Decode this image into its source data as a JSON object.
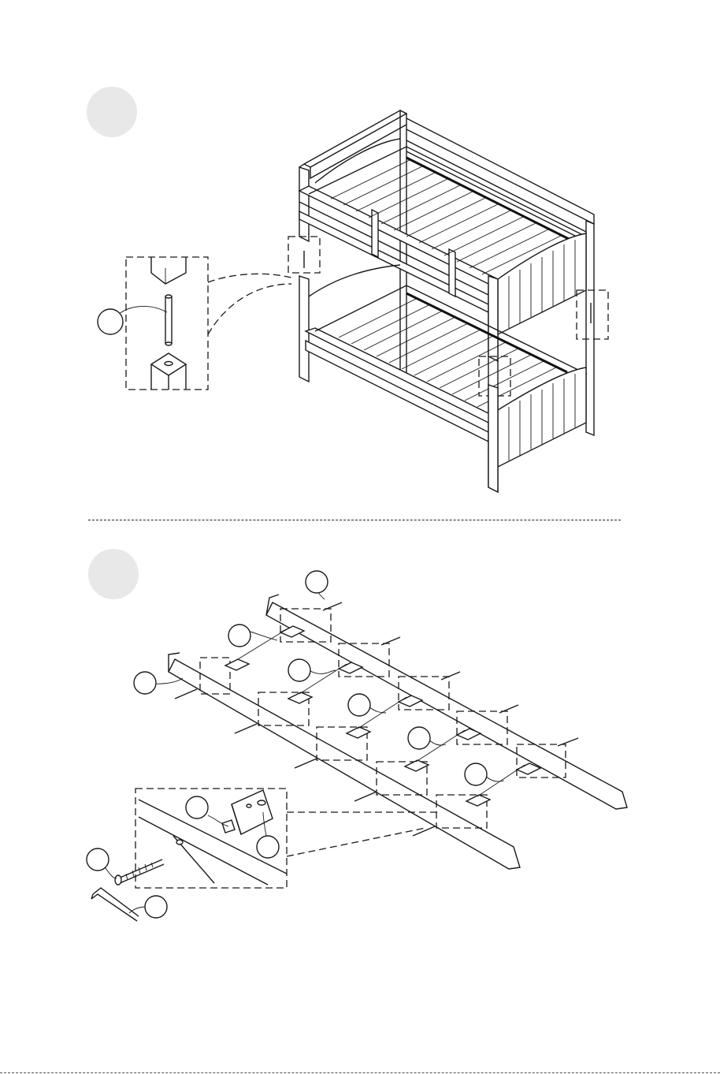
{
  "steps": [
    {
      "id": "step-1",
      "label": ""
    },
    {
      "id": "step-2",
      "label": ""
    }
  ],
  "colors": {
    "line": "#1a1a1a",
    "step_circle": "#e8e8e8",
    "background": "#ffffff"
  },
  "icons": [
    "bunk-bed-illustration",
    "dowel-detail-illustration",
    "slat-rail-illustration",
    "bolt-icon",
    "allen-key-icon"
  ]
}
